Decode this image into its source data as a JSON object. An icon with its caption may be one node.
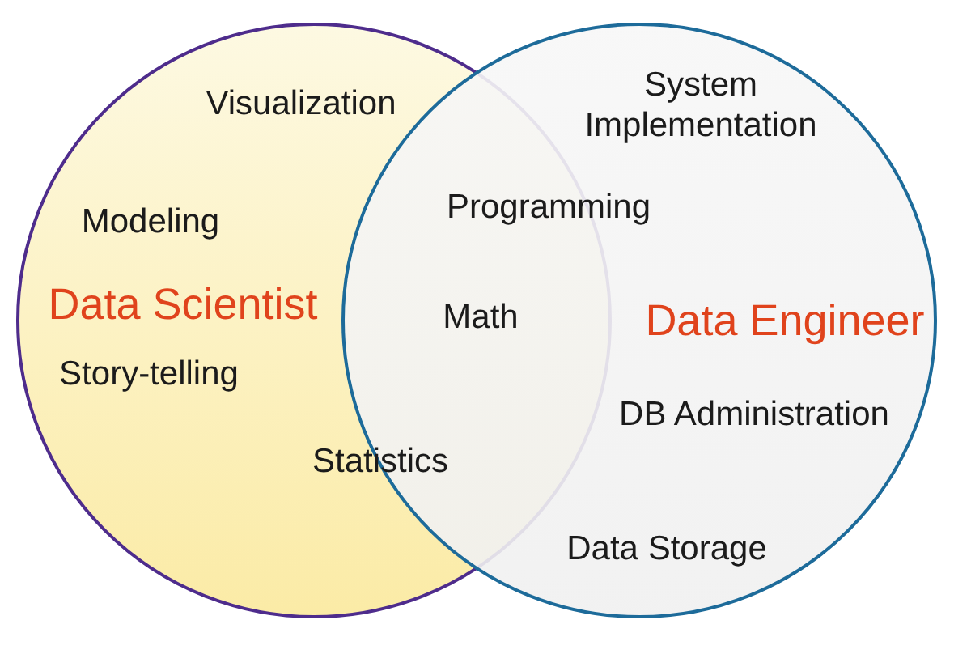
{
  "diagram": {
    "nodes": [
      {
        "text": [
          "Data Scientist"
        ]
      },
      {
        "text": [
          "Data Engineer"
        ]
      }
    ],
    "labels": [
      "Visualization",
      "System Implementation",
      "Modeling",
      "Programming",
      "Math",
      "Story-telling",
      "DB Administration",
      "Statistics",
      "Data Storage"
    ]
  }
}
